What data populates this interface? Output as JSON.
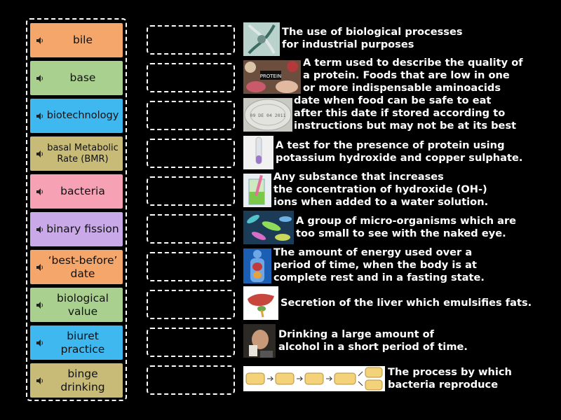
{
  "terms": [
    {
      "label": "bile",
      "color": "#f5a66a"
    },
    {
      "label": "base",
      "color": "#a9d08e"
    },
    {
      "label": "biotechnology",
      "color": "#3fb8f0"
    },
    {
      "label": "basal Metabolic Rate (BMR)",
      "color": "#c7bb77"
    },
    {
      "label": "bacteria",
      "color": "#f6a1b4"
    },
    {
      "label": "binary fission",
      "color": "#c9a9e8"
    },
    {
      "label": "‘best-before’ date",
      "color": "#f5a66a"
    },
    {
      "label": "biological value",
      "color": "#a9d08e"
    },
    {
      "label": "biuret practice",
      "color": "#3fb8f0"
    },
    {
      "label": "binge drinking",
      "color": "#c7bb77"
    }
  ],
  "definitions": [
    {
      "text": "The use of biological processes\nfor industrial purposes",
      "image": "dna-image"
    },
    {
      "text": "A term used to describe the quality of\na protein. Foods that are low in one\nor more indispensable aminoacids",
      "image": "protein-foods-image"
    },
    {
      "text": "date when food can be safe to eat\nafter this date if stored according to\ninstructions but may not be at its best",
      "image": "date-stamp-image",
      "stamp": "09 DE 04 2011"
    },
    {
      "text": "A test for the presence of protein using\npotassium hydroxide and copper sulphate.",
      "image": "test-tube-image"
    },
    {
      "text": "Any substance that increases\nthe concentration of hydroxide (OH-)\nions when added to a water solution.",
      "image": "beaker-image"
    },
    {
      "text": "A group of micro-organisms which are\ntoo small to see with the naked eye.",
      "image": "bacteria-image"
    },
    {
      "text": "The amount of energy used over a\nperiod of time, when the body is at\ncomplete rest and in a fasting state.",
      "image": "body-organs-image"
    },
    {
      "text": "Secretion of the liver which emulsifies fats.",
      "image": "liver-image"
    },
    {
      "text": "Drinking a large amount of\nalcohol in a short period of time.",
      "image": "drinking-image"
    },
    {
      "text": "The process by which\nbacteria reproduce",
      "image": "binary-fission-image"
    }
  ]
}
